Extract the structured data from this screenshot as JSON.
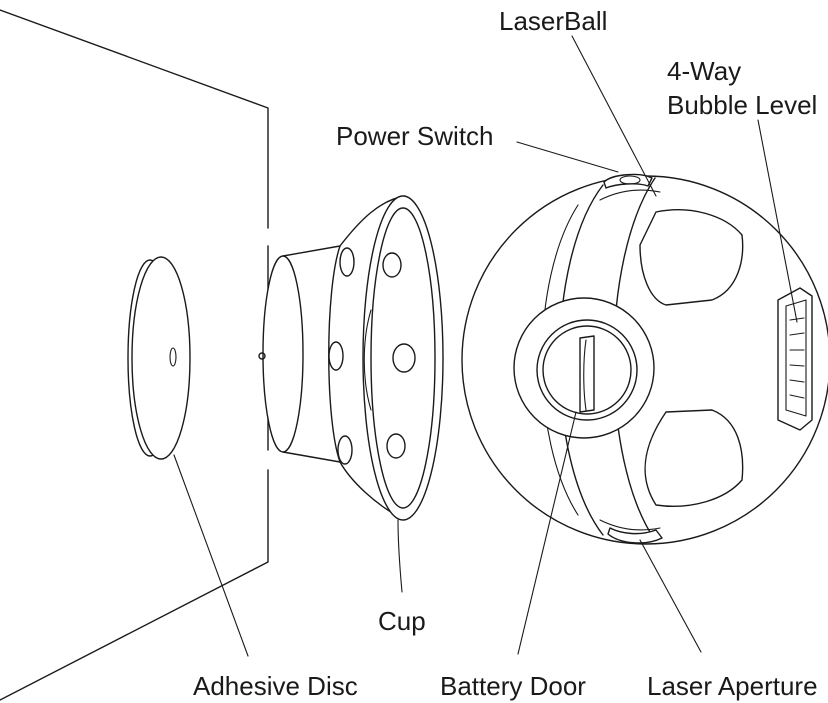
{
  "labels": {
    "laserball": "LaserBall",
    "bubble_level_line1": "4-Way",
    "bubble_level_line2": "Bubble Level",
    "power_switch": "Power Switch",
    "cup": "Cup",
    "adhesive_disc": "Adhesive Disc",
    "battery_door": "Battery Door",
    "laser_aperture": "Laser Aperture"
  }
}
